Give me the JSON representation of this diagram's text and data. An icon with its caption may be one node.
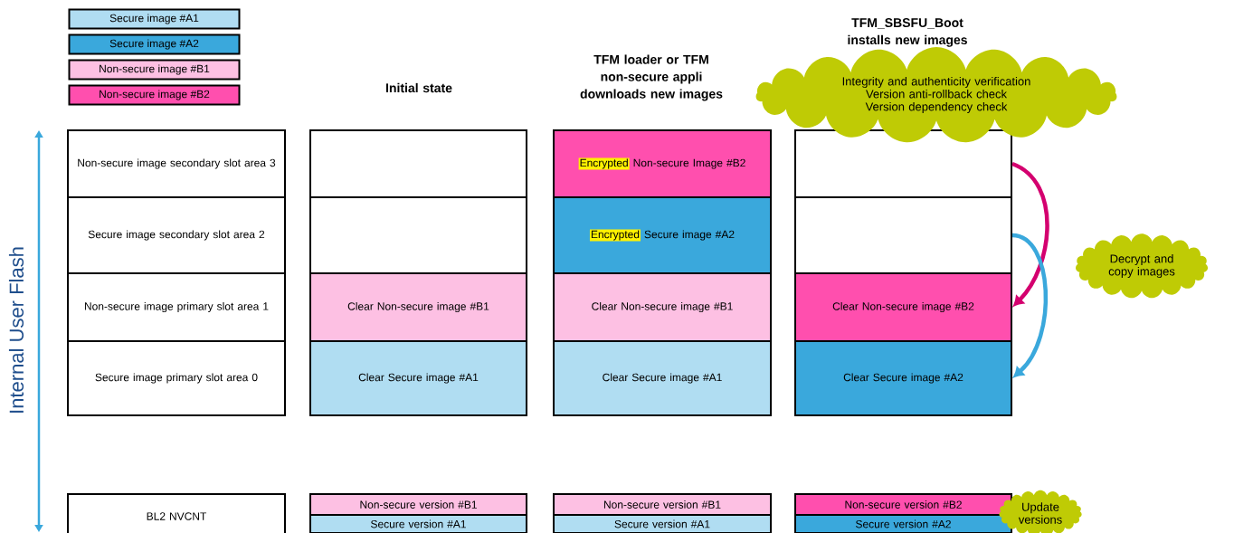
{
  "diagram": {
    "nodes": [
      {
        "text": [
          "Non-secure image secondary slot area 3"
        ]
      },
      {
        "text": [
          "Secure image secondary slot area 2"
        ]
      },
      {
        "text": [
          "Non-secure image primary slot area 1"
        ]
      },
      {
        "text": [
          "Secure image primary slot area 0"
        ]
      },
      {
        "text": [
          "BL2 NVCNT"
        ]
      },
      {
        "text": [],
        "shape": "box"
      },
      {
        "text": [],
        "shape": "box"
      },
      {
        "text": [
          "Clear Non-secure image #B1"
        ]
      },
      {
        "text": [
          "Clear Secure image #A1"
        ]
      },
      {
        "text": [
          "Non-secure version #B1"
        ]
      },
      {
        "text": [
          "Secure version #A1"
        ]
      },
      {
        "text": [
          "Encrypted",
          "Non-secure Image #B2"
        ]
      },
      {
        "text": [
          "Encrypted",
          "Secure image #A2"
        ]
      },
      {
        "text": [
          "Clear Non-secure image #B1"
        ]
      },
      {
        "text": [
          "Clear Secure image #A1"
        ]
      },
      {
        "text": [
          "Non-secure version #B1"
        ]
      },
      {
        "text": [
          "Secure version #A1"
        ]
      },
      {
        "text": [],
        "shape": "box"
      },
      {
        "text": [],
        "shape": "box"
      },
      {
        "text": [
          "Clear Non-secure image #B2"
        ]
      },
      {
        "text": [
          "Clear Secure image #A2"
        ]
      },
      {
        "text": [
          "Non-secure version #B2"
        ]
      },
      {
        "text": [
          "Secure version #A2"
        ]
      },
      {
        "text": [
          "Integrity and authenticity verification",
          "Version anti-rollback check",
          "Version dependency check"
        ]
      },
      {
        "text": [
          "Decrypt and copy images"
        ]
      },
      {
        "text": [
          "Update versions"
        ]
      }
    ],
    "edges": [
      {
        "from": 17,
        "to": 19,
        "arrow": "to",
        "color": "#d4006f"
      },
      {
        "from": 18,
        "to": 20,
        "arrow": "to",
        "color": "#3aa8dc"
      }
    ],
    "labels": [
      "Initial state",
      "TFM loader or TFM non-secure appli downloads new images",
      "TFM_SBSFU_Boot installs new images",
      "Internal User Flash"
    ],
    "legend": [
      {
        "text": "Secure image #A1",
        "color": "#b0ddf2"
      },
      {
        "text": "Secure image #A2",
        "color": "#3aa8dc"
      },
      {
        "text": "Non-secure image #B1",
        "color": "#fdc0e3"
      },
      {
        "text": "Non-secure image #B2",
        "color": "#ff4fae"
      }
    ]
  }
}
